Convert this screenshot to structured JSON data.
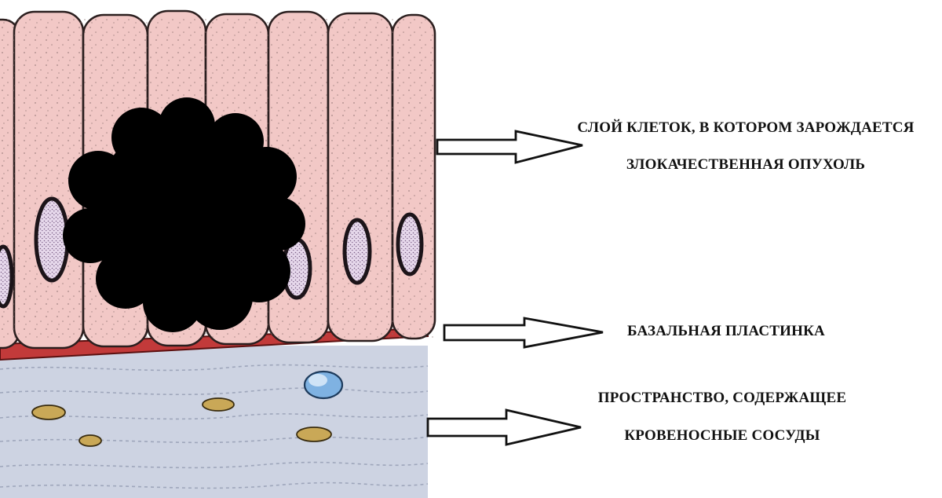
{
  "labels": {
    "tumor_layer": {
      "line1": "СЛОЙ КЛЕТОК, В КОТОРОМ ЗАРОЖДАЕТСЯ",
      "line2": "ЗЛОКАЧЕСТВЕННАЯ ОПУХОЛЬ"
    },
    "basal_lamina": {
      "line1": "БАЗАЛЬНАЯ ПЛАСТИНКА"
    },
    "vessel_space": {
      "line1": "ПРОСТРАНСТВО, СОДЕРЖАЩЕЕ",
      "line2": "КРОВЕНОСНЫЕ СОСУДЫ"
    }
  },
  "colors": {
    "cell_fill": "#f2c8c6",
    "cell_outline": "#2b1f1f",
    "nucleus_fill": "#e6d8ea",
    "basal_lamina": "#c23a3a",
    "connective_tissue": "#cdd3e2",
    "vessel": "#7fb2e2",
    "fibroblast": "#c9a857",
    "tumor": "#000000",
    "arrow_fill": "#ffffff",
    "arrow_stroke": "#111111",
    "background": "#ffffff"
  }
}
